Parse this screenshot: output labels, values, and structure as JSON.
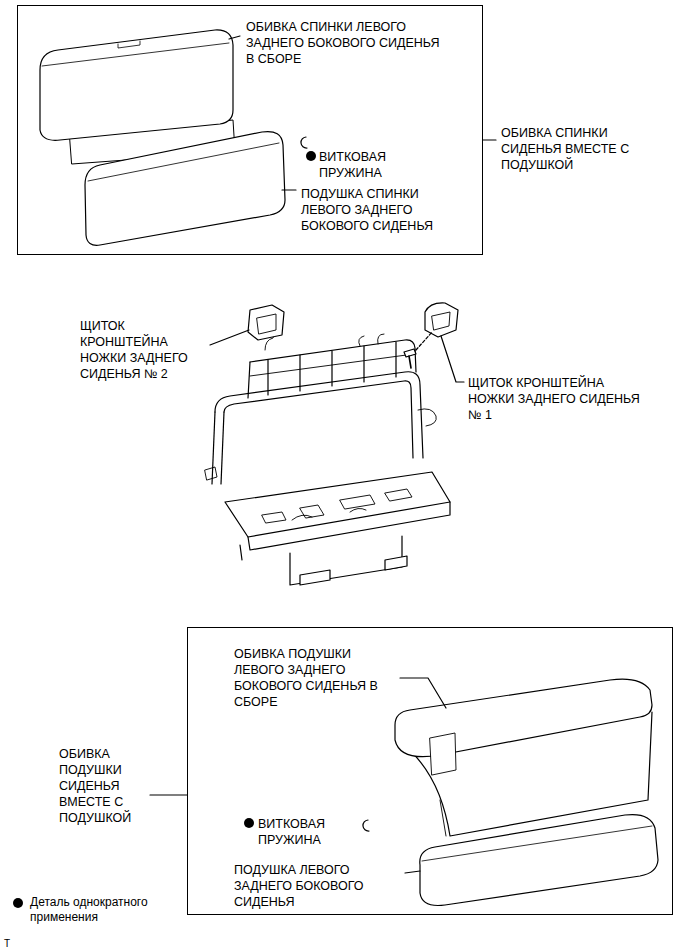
{
  "diagram": {
    "nodes": [
      {
        "text": [
          "ОБИВКА СПИНКИ СИДЕНЬЯ ВМЕСТЕ С ПОДУШКОЙ",
          "ОБИВКА СПИНКИ ЛЕВОГО ЗАДНЕГО БОКОВОГО СИДЕНЬЯ В СБОРЕ",
          "ВИТКОВАЯ ПРУЖИНА",
          "ПОДУШКА СПИНКИ ЛЕВОГО ЗАДНЕГО БОКОВОГО СИДЕНЬЯ"
        ]
      },
      {
        "text": [
          "ОБИВКА ПОДУШКИ СИДЕНЬЯ ВМЕСТЕ С ПОДУШКОЙ",
          "ОБИВКА ПОДУШКИ ЛЕВОГО ЗАДНЕГО БОКОВОГО СИДЕНЬЯ В СБОРЕ",
          "ВИТКОВАЯ ПРУЖИНА",
          "ПОДУШКА ЛЕВОГО ЗАДНЕГО БОКОВОГО СИДЕНЬЯ"
        ]
      }
    ],
    "labels": [
      "ЩИТОК КРОНШТЕЙНА НОЖКИ ЗАДНЕГО СИДЕНЬЯ № 2",
      "ЩИТОК КРОНШТЕЙНА НОЖКИ ЗАДНЕГО СИДЕНЬЯ № 1",
      "T"
    ],
    "legend": [
      {
        "text": "Деталь однократного применения"
      }
    ]
  }
}
